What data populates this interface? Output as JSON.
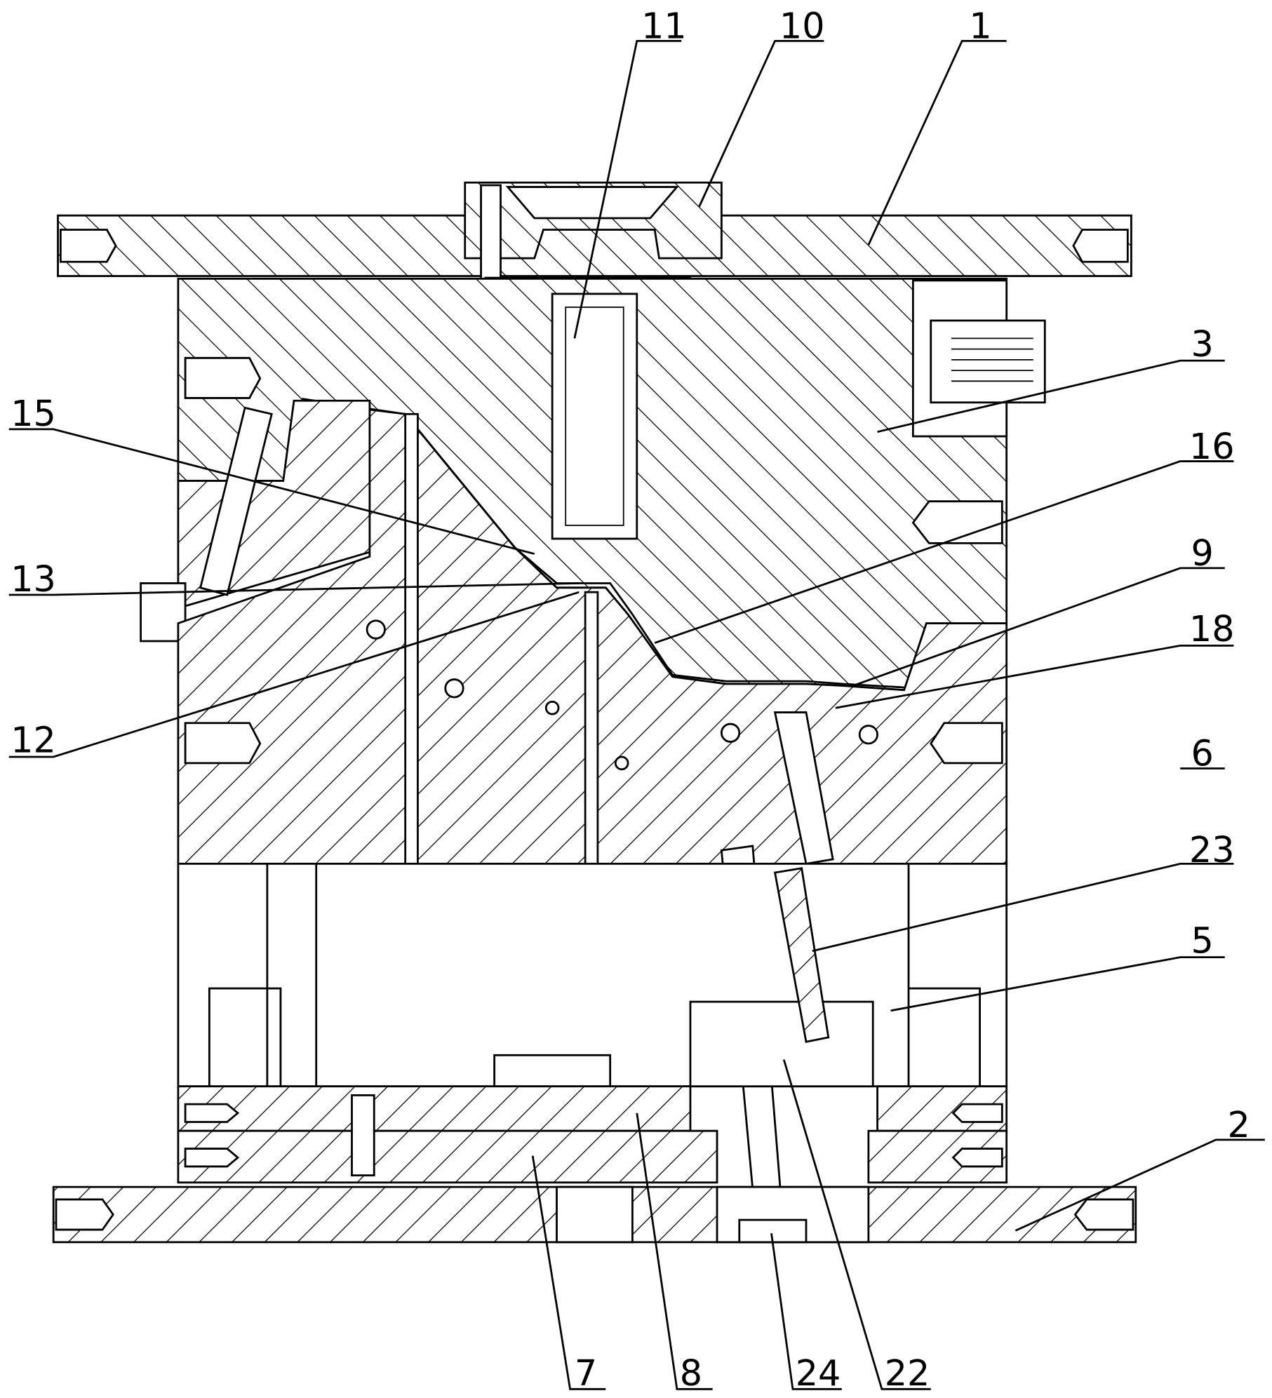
{
  "figure": {
    "type": "mold cross-section drawing",
    "callouts": [
      {
        "id": "c11",
        "text": "11"
      },
      {
        "id": "c10",
        "text": "10"
      },
      {
        "id": "c1",
        "text": "1"
      },
      {
        "id": "c3",
        "text": "3"
      },
      {
        "id": "c16",
        "text": "16"
      },
      {
        "id": "c9",
        "text": "9"
      },
      {
        "id": "c18",
        "text": "18"
      },
      {
        "id": "c6",
        "text": "6"
      },
      {
        "id": "c23",
        "text": "23"
      },
      {
        "id": "c5",
        "text": "5"
      },
      {
        "id": "c2",
        "text": "2"
      },
      {
        "id": "c15",
        "text": "15"
      },
      {
        "id": "c13",
        "text": "13"
      },
      {
        "id": "c12",
        "text": "12"
      },
      {
        "id": "c7",
        "text": "7"
      },
      {
        "id": "c8",
        "text": "8"
      },
      {
        "id": "c24",
        "text": "24"
      },
      {
        "id": "c22",
        "text": "22"
      }
    ]
  }
}
